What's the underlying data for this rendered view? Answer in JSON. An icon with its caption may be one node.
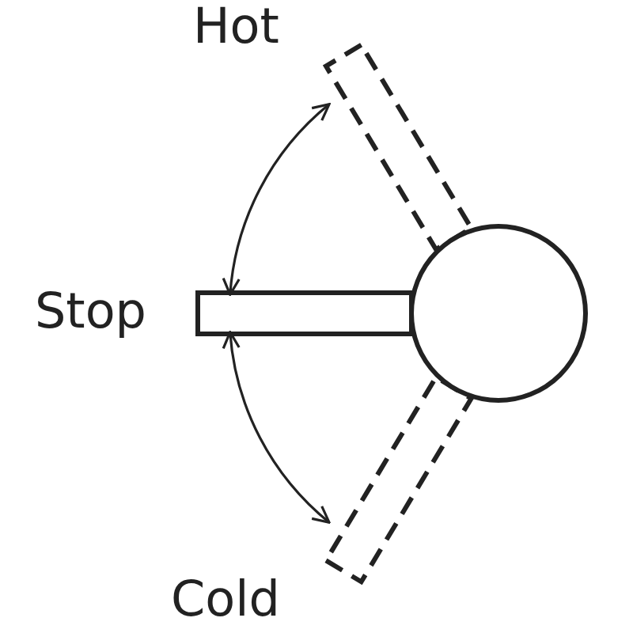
{
  "diagram": {
    "nodes": [
      {
        "text": [
          "Hot"
        ]
      },
      {
        "text": [
          "Stop"
        ]
      },
      {
        "text": [
          "Cold"
        ]
      },
      {
        "text": [],
        "shape": "circle"
      }
    ],
    "edges": [
      {
        "from": 0,
        "to": 1,
        "arrow": "both"
      },
      {
        "from": 1,
        "to": 2,
        "arrow": "both"
      }
    ]
  }
}
